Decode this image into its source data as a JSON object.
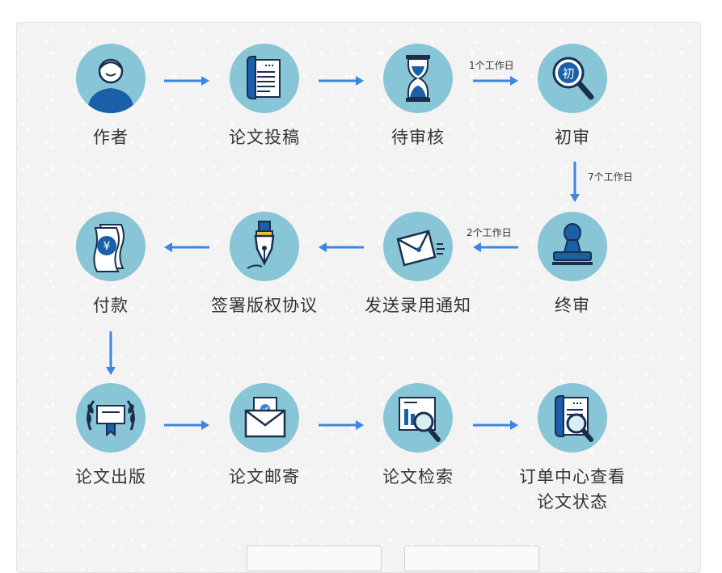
{
  "steps": [
    {
      "id": "author",
      "label": "作者",
      "icon": "user-icon"
    },
    {
      "id": "submit",
      "label": "论文投稿",
      "icon": "document-icon"
    },
    {
      "id": "pending",
      "label": "待审核",
      "icon": "hourglass-icon"
    },
    {
      "id": "first-review",
      "label": "初审",
      "icon": "magnifier-icon"
    },
    {
      "id": "final-review",
      "label": "终审",
      "icon": "stamp-icon"
    },
    {
      "id": "notice",
      "label": "发送录用通知",
      "icon": "envelope-icon"
    },
    {
      "id": "copyright",
      "label": "签署版权协议",
      "icon": "pen-nib-icon"
    },
    {
      "id": "payment",
      "label": "付款",
      "icon": "money-icon"
    },
    {
      "id": "publish",
      "label": "论文出版",
      "icon": "certificate-icon"
    },
    {
      "id": "mail",
      "label": "论文邮寄",
      "icon": "mail-envelope-icon"
    },
    {
      "id": "search",
      "label": "论文检索",
      "icon": "chart-search-icon"
    },
    {
      "id": "status",
      "label": "订单中心查看论文状态",
      "label_line1": "订单中心查看",
      "label_line2": "论文状态",
      "icon": "document-search-icon"
    }
  ],
  "notes": {
    "pending_to_first": "1个工作日",
    "first_to_final": "7个工作日",
    "final_to_notice": "2个工作日"
  },
  "colors": {
    "circle": "#88c5d6",
    "icon_blue": "#1a5fa8",
    "arrow": "#3a86e0",
    "label": "#333333"
  }
}
